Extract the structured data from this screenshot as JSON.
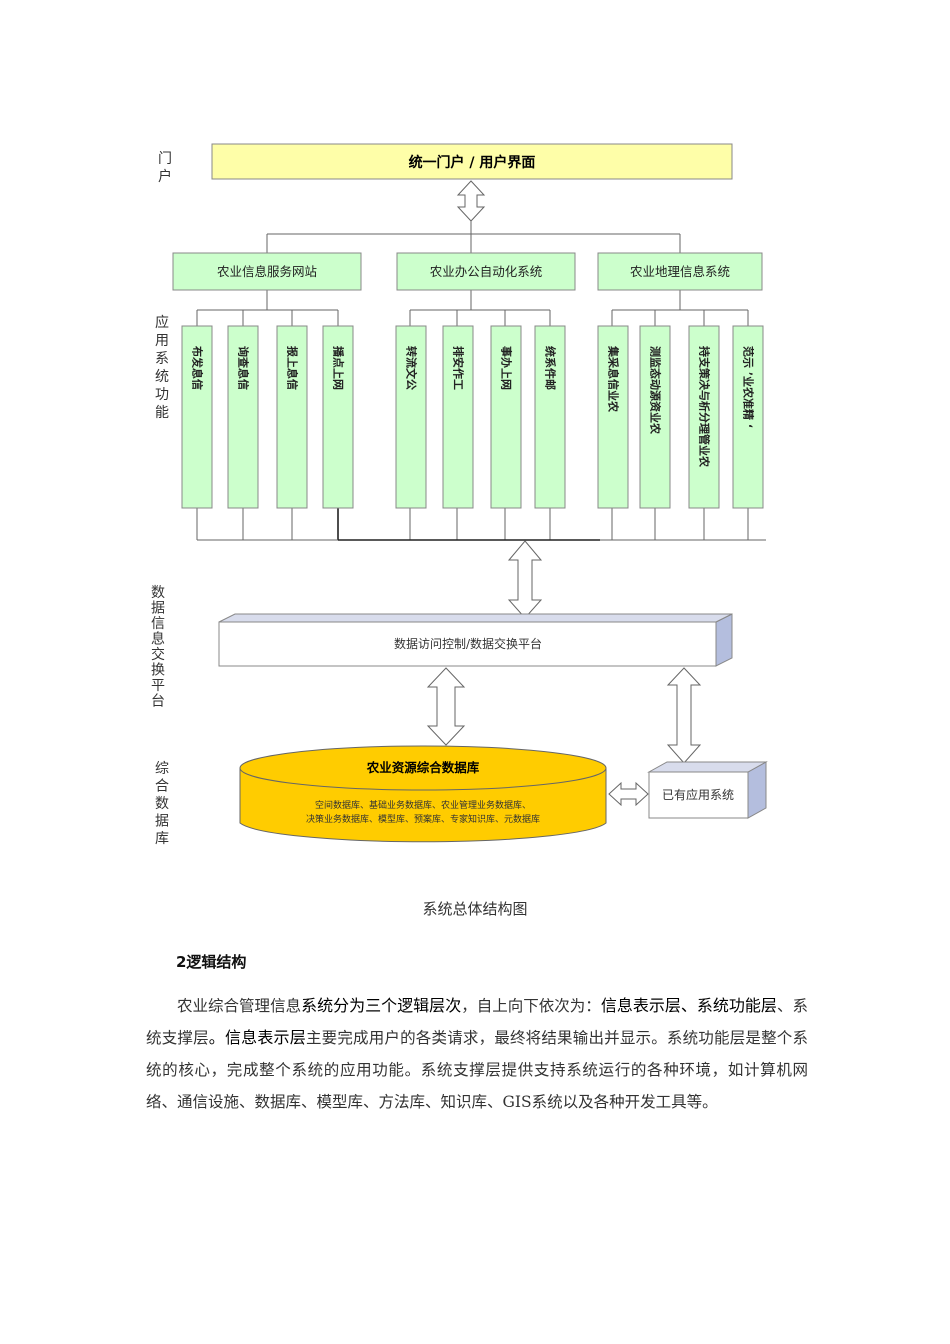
{
  "diagram": {
    "side_labels": {
      "portal": "门户",
      "app_functions": "应用系统功能",
      "exchange_platform": "数据信息交换平台",
      "database": "综合数据库"
    },
    "portal": {
      "label": "统一门户 / 用户界面",
      "fill": "#fefea8"
    },
    "systems": [
      {
        "label": "农业信息服务网站",
        "functions": [
          "布发息信",
          "询查息信",
          "报上息信",
          "播点上网"
        ]
      },
      {
        "label": "农业办公自动化系统",
        "functions": [
          "转流文公",
          "排安作工",
          "事办上网",
          "统系件邮"
        ]
      },
      {
        "label": "农业地理信息系统",
        "functions": [
          "集采息信业农",
          "测监态动源资业农",
          "持支策决与析分理管业农",
          "范示 ’业农准精 ‘"
        ]
      }
    ],
    "box_fill": "#ccffcc",
    "platform": {
      "label": "数据访问控制/数据交换平台"
    },
    "database": {
      "title": "农业资源综合数据库",
      "line1": "空间数据库、基础业务数据库、农业管理业务数据库、",
      "line2": "决策业务数据库、模型库、预案库、专家知识库、元数据库",
      "fill": "#ffcc00"
    },
    "existing": {
      "label": "已有应用系统"
    },
    "bevel_color": "#b4bede"
  },
  "caption": "系统总体结构图",
  "heading": "2逻辑结构",
  "paragraph": {
    "s1": "农业综合管理信息",
    "s2": "系统分为三个逻辑层次",
    "s3": "，自上向下依次为：",
    "s4": "信息表示层、系统功能层",
    "s5": "、系统支撑层",
    "s6": "。信息表示层",
    "s7": "主要完成用户的各类请求，最终将结果输出并显示。系统功能层是整个系统的核心，完成整个系统的应用功能。系统支撑层提供支持系统运行的各种环境，如计算机网络、通信设施、数据库、模型库、方法库、知识库、GIS系统以及各种开发工具等。"
  }
}
